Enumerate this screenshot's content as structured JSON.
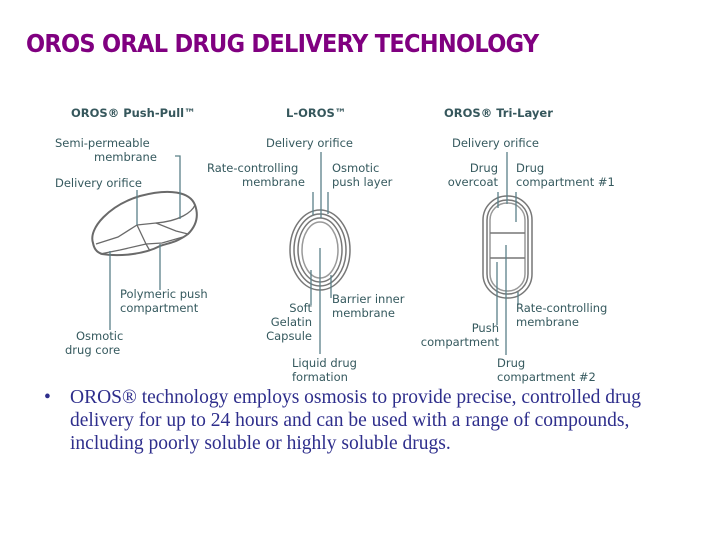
{
  "title": "OROS ORAL DRUG DELIVERY TECHNOLOGY",
  "colors": {
    "title": "#800080",
    "label": "#35595e",
    "bullet": "#2e2e8c",
    "leader": "#5b8088"
  },
  "diagrams": {
    "push_pull": {
      "header": "OROS® Push-Pull™",
      "labels": {
        "semi_permeable_1": "Semi-permeable",
        "semi_permeable_2": "membrane",
        "delivery_orifice": "Delivery orifice",
        "polymeric_1": "Polymeric push",
        "polymeric_2": "compartment",
        "osmotic_1": "Osmotic",
        "osmotic_2": "drug core"
      }
    },
    "l_oros": {
      "header": "L-OROS™",
      "labels": {
        "delivery_orifice": "Delivery orifice",
        "rate_1": "Rate-controlling",
        "rate_2": "membrane",
        "osmotic_1": "Osmotic",
        "osmotic_2": "push layer",
        "soft_1": "Soft",
        "soft_2": "Gelatin",
        "soft_3": "Capsule",
        "barrier_1": "Barrier inner",
        "barrier_2": "membrane",
        "liquid_1": "Liquid drug",
        "liquid_2": "formation"
      }
    },
    "tri_layer": {
      "header": "OROS® Tri-Layer",
      "labels": {
        "delivery_orifice": "Delivery orifice",
        "overcoat_1": "Drug",
        "overcoat_2": "overcoat",
        "comp1_1": "Drug",
        "comp1_2": "compartment #1",
        "rate_1": "Rate-controlling",
        "rate_2": "membrane",
        "push_1": "Push",
        "push_2": "compartment",
        "comp2_1": "Drug",
        "comp2_2": "compartment #2"
      }
    }
  },
  "bullets": [
    {
      "marker": "•",
      "text": "OROS® technology employs osmosis to provide precise, controlled drug delivery for up to 24 hours and can be used with a range of compounds, including poorly soluble or highly soluble drugs."
    }
  ]
}
